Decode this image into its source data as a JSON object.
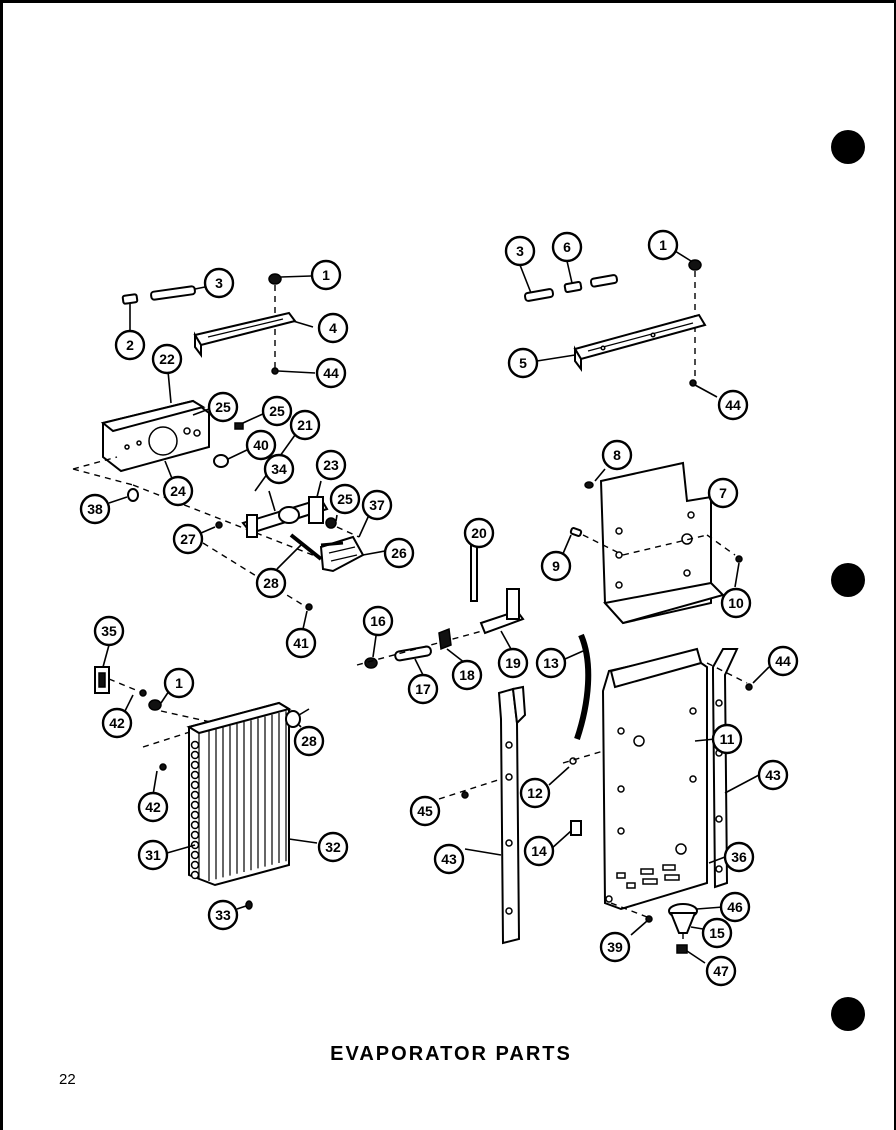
{
  "title": "EVAPORATOR PARTS",
  "page_number": "22",
  "callouts": {
    "c1a": "1",
    "c2a": "2",
    "c3a": "3",
    "c4": "4",
    "c44a": "44",
    "c22": "22",
    "c25a": "25",
    "c25b": "25",
    "c21": "21",
    "c40": "40",
    "c24": "24",
    "c38a": "38",
    "c34": "34",
    "c23": "23",
    "c25c": "25",
    "c37": "37",
    "c27": "27",
    "c26": "26",
    "c28a": "28",
    "c41": "41",
    "c3b": "3",
    "c6": "6",
    "c1b": "1",
    "c5": "5",
    "c44b": "44",
    "c8": "8",
    "c7": "7",
    "c9": "9",
    "c10": "10",
    "c20": "20",
    "c16": "16",
    "c17": "17",
    "c18": "18",
    "c19": "19",
    "c13": "13",
    "c44c": "44",
    "c35": "35",
    "c1c": "1",
    "c42a": "42",
    "c28b": "28",
    "c42b": "42",
    "c31": "31",
    "c32": "32",
    "c33": "33",
    "c11": "11",
    "c43a": "43",
    "c45": "45",
    "c12": "12",
    "c14": "14",
    "c43b": "43",
    "c36": "36",
    "c46": "46",
    "c15": "15",
    "c39": "39",
    "c47": "47"
  }
}
